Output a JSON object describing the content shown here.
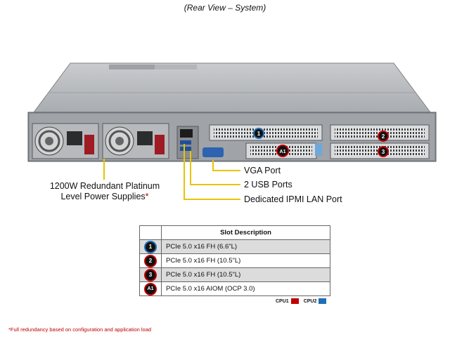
{
  "title": "(Rear View – System)",
  "callouts": {
    "vga": "VGA Port",
    "usb": "2 USB Ports",
    "ipmi": "Dedicated IPMI LAN Port",
    "psu_line1": "1200W Redundant Platinum",
    "psu_line2": "Level Power Supplies",
    "psu_asterisk": "*"
  },
  "slot_table": {
    "header": "Slot Description",
    "rows": [
      {
        "badge": "1",
        "cpu": "CPU2",
        "text": "PCIe 5.0 x16 FH (6.6\"L)"
      },
      {
        "badge": "2",
        "cpu": "CPU1",
        "text": "PCIe 5.0 x16 FH (10.5\"L)"
      },
      {
        "badge": "3",
        "cpu": "CPU1",
        "text": "PCIe 5.0 x16 FH (10.5\"L)"
      },
      {
        "badge": "A1",
        "cpu": "CPU1",
        "text": "PCIe 5.0 x16 AIOM (OCP 3.0)"
      }
    ]
  },
  "legend": {
    "cpu1_label": "CPU1",
    "cpu1_color": "#c00000",
    "cpu2_label": "CPU2",
    "cpu2_color": "#1f6fb8"
  },
  "footnote": "*Full redundancy based on configuration and application load",
  "colors": {
    "callout_line": "#e8c400",
    "chassis": "#8c8f94"
  }
}
